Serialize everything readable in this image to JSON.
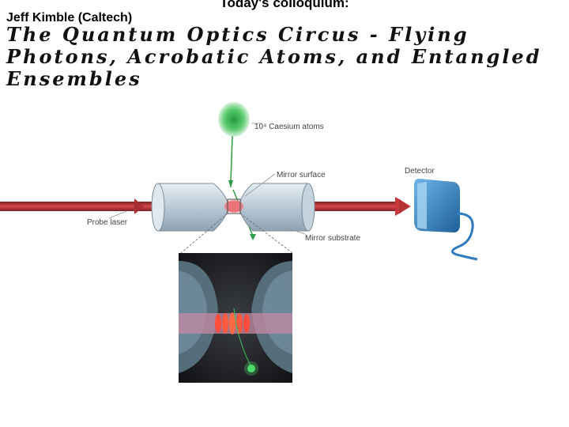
{
  "slide": {
    "header": "Today's colloquium:",
    "speaker": "Jeff Kimble (Caltech)",
    "title": "The Quantum Optics Circus - Flying Photons, Acrobatic Atoms, and Entangled Ensembles"
  },
  "diagram": {
    "labels": {
      "atoms": "10⁴ Caesium atoms",
      "mirror_surface": "Mirror surface",
      "detector": "Detector",
      "probe_laser": "Probe laser",
      "mirror_substrate": "Mirror substrate"
    },
    "colors": {
      "laser": "#c8383a",
      "atom_cloud": "#2fb24a",
      "mirror": "#b9c9d6",
      "detector": "#3b8ed0"
    }
  }
}
